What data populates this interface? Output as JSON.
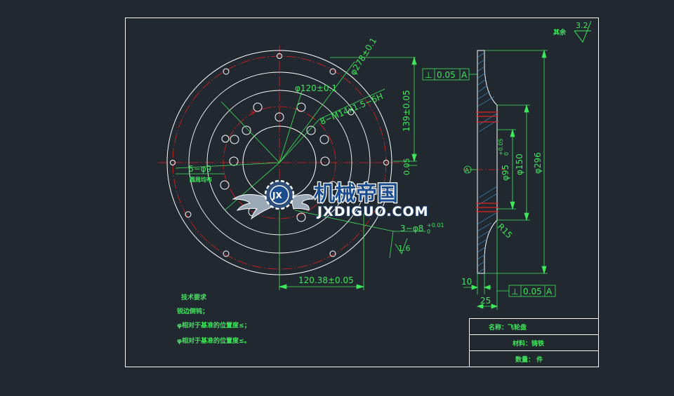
{
  "drawing": {
    "roughness_symbol": {
      "label": "其余",
      "value": "3.2"
    },
    "front_view": {
      "bolt_circle_holes_dim": "6−φ9",
      "bolt_circle_holes_note": "圆周均布",
      "pitch_diameter_dim": "φ120±0.1",
      "outer_hole_diameter_dim": "φ278±0.1",
      "threaded_holes_dim": "8−M14x1.5−6H",
      "small_holes_dim": "3−φ8",
      "small_holes_tolerance": "+0.01",
      "small_holes_tolerance_lower": "0",
      "vertical_offset_dim": "139±0.05",
      "horizontal_offset_dim": "120.38±0.05",
      "small_offset_dim": "0.05",
      "roughness_value": "1.6"
    },
    "side_view": {
      "top_tolerance": {
        "symbol": "⊥",
        "value": "0.05",
        "datum": "A"
      },
      "bottom_tolerance": {
        "symbol": "⊥",
        "value": "0.05",
        "datum": "A"
      },
      "datum_label": "A",
      "dia_95": "φ95",
      "dia_95_tol_upper": "+0.05",
      "dia_95_tol_lower": "0",
      "dia_150": "φ150",
      "dia_296": "φ296",
      "radius": "R15",
      "thickness": "10",
      "width": "25"
    },
    "technical_requirements": {
      "heading": "技术要求",
      "lines": [
        "锐边倒钝；",
        "φ相对于基准的位置度≤；",
        "φ相对于基准的位置度≤。"
      ]
    },
    "title_block": {
      "name": "名称：飞轮盘",
      "material": "材料：铸铁",
      "quantity": "数量：  件"
    }
  },
  "watermark": {
    "chinese": "机械帝国",
    "english": "JXDIGUO.COM",
    "emblem_text": "JX"
  },
  "colors": {
    "background": "#212830",
    "outline": "#ffffff",
    "dimension": "#3ee85a",
    "centerline": "#e02020",
    "hatch": "#3c9ad8",
    "logo_blue": "#1c4d8f"
  }
}
